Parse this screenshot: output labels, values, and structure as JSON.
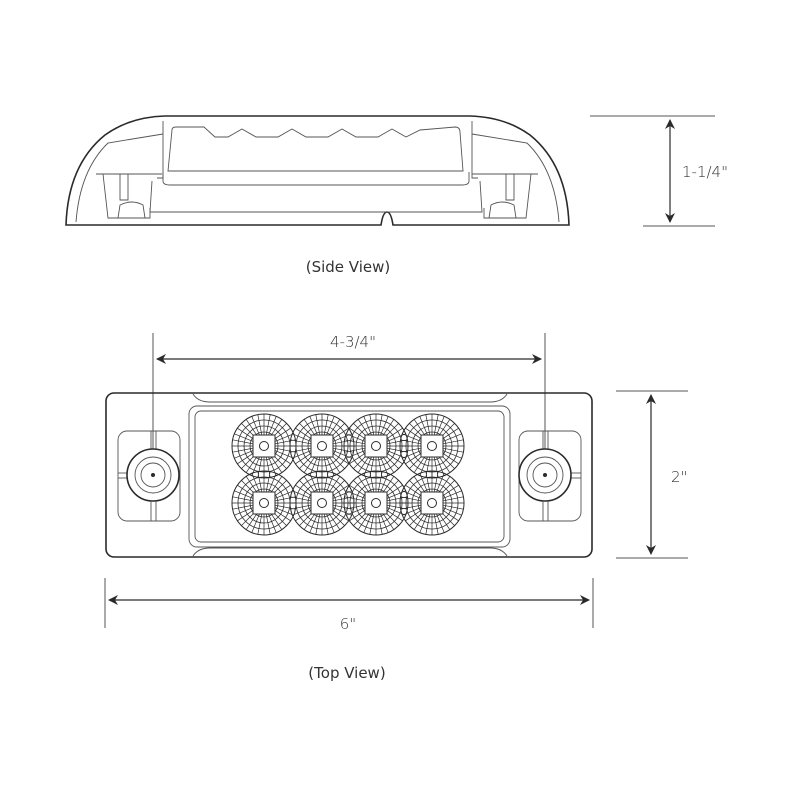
{
  "side_view": {
    "caption": "(Side View)",
    "height_dimension": "1-1/4\""
  },
  "top_view": {
    "caption": "(Top View)",
    "mount_spacing_dimension": "4-3/4\"",
    "width_dimension": "6\"",
    "height_dimension": "2\"",
    "led_rows": 2,
    "led_columns": 4
  },
  "colors": {
    "line": "#2a2a2a",
    "thin_line": "#555555",
    "text": "#333333",
    "background": "#ffffff"
  }
}
